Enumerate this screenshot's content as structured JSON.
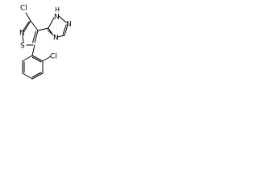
{
  "molecule": {
    "atoms": {
      "cl_top": "Cl",
      "n_isothiazole": "N",
      "s_isothiazole": "S",
      "nh_triazole": "N",
      "h_triazole": "H",
      "n_triazole_right": "N",
      "n_triazole_bottom": "N",
      "cl_phenyl": "Cl"
    },
    "colors": {
      "bond": "#000000",
      "label": "#000000",
      "background": "#ffffff"
    }
  }
}
